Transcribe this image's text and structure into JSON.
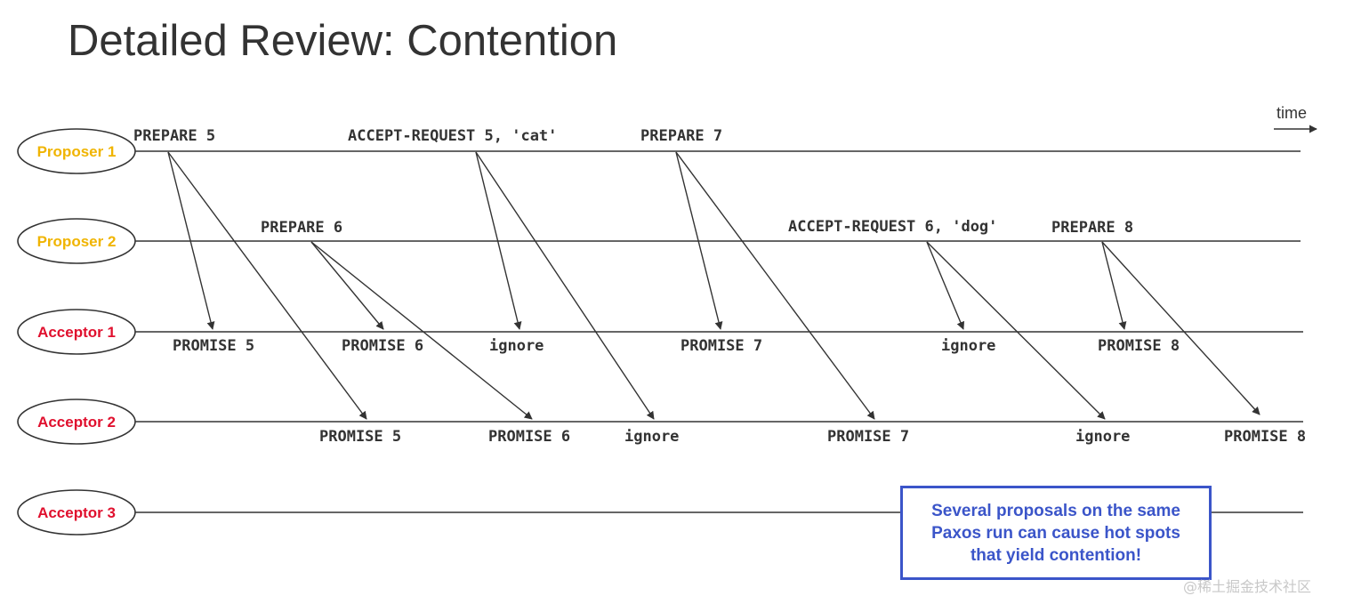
{
  "title": "Detailed Review: Contention",
  "time_label": "time",
  "colors": {
    "proposer": "#f0b400",
    "acceptor": "#e0102e",
    "note": "#3b55c9",
    "line": "#333333"
  },
  "actors": [
    {
      "id": "proposer-1",
      "label": "Proposer 1",
      "role": "proposer"
    },
    {
      "id": "proposer-2",
      "label": "Proposer 2",
      "role": "proposer"
    },
    {
      "id": "acceptor-1",
      "label": "Acceptor 1",
      "role": "acceptor"
    },
    {
      "id": "acceptor-2",
      "label": "Acceptor 2",
      "role": "acceptor"
    },
    {
      "id": "acceptor-3",
      "label": "Acceptor 3",
      "role": "acceptor"
    }
  ],
  "sent_messages": [
    {
      "id": "p1-prepare-5",
      "label": "PREPARE 5",
      "from": "proposer-1"
    },
    {
      "id": "p1-accept-5",
      "label": "ACCEPT-REQUEST 5, 'cat'",
      "from": "proposer-1"
    },
    {
      "id": "p1-prepare-7",
      "label": "PREPARE 7",
      "from": "proposer-1"
    },
    {
      "id": "p2-prepare-6",
      "label": "PREPARE 6",
      "from": "proposer-2"
    },
    {
      "id": "p2-accept-6",
      "label": "ACCEPT-REQUEST 6, 'dog'",
      "from": "proposer-2"
    },
    {
      "id": "p2-prepare-8",
      "label": "PREPARE 8",
      "from": "proposer-2"
    }
  ],
  "responses": [
    {
      "id": "a1-promise-5",
      "label": "PROMISE 5",
      "at": "acceptor-1",
      "source": "p1-prepare-5"
    },
    {
      "id": "a1-promise-6",
      "label": "PROMISE 6",
      "at": "acceptor-1",
      "source": "p2-prepare-6"
    },
    {
      "id": "a1-ignore-1",
      "label": "ignore",
      "at": "acceptor-1",
      "source": "p1-accept-5"
    },
    {
      "id": "a1-promise-7",
      "label": "PROMISE 7",
      "at": "acceptor-1",
      "source": "p1-prepare-7"
    },
    {
      "id": "a1-ignore-2",
      "label": "ignore",
      "at": "acceptor-1",
      "source": "p2-accept-6"
    },
    {
      "id": "a1-promise-8",
      "label": "PROMISE 8",
      "at": "acceptor-1",
      "source": "p2-prepare-8"
    },
    {
      "id": "a2-promise-5",
      "label": "PROMISE 5",
      "at": "acceptor-2",
      "source": "p1-prepare-5"
    },
    {
      "id": "a2-promise-6",
      "label": "PROMISE 6",
      "at": "acceptor-2",
      "source": "p2-prepare-6"
    },
    {
      "id": "a2-ignore-1",
      "label": "ignore",
      "at": "acceptor-2",
      "source": "p1-accept-5"
    },
    {
      "id": "a2-promise-7",
      "label": "PROMISE 7",
      "at": "acceptor-2",
      "source": "p1-prepare-7"
    },
    {
      "id": "a2-ignore-2",
      "label": "ignore",
      "at": "acceptor-2",
      "source": "p2-accept-6"
    },
    {
      "id": "a2-promise-8",
      "label": "PROMISE 8",
      "at": "acceptor-2",
      "source": "p2-prepare-8"
    }
  ],
  "note": "Several proposals on the same Paxos run can cause hot spots that yield contention!",
  "watermark": "@稀土掘金技术社区"
}
